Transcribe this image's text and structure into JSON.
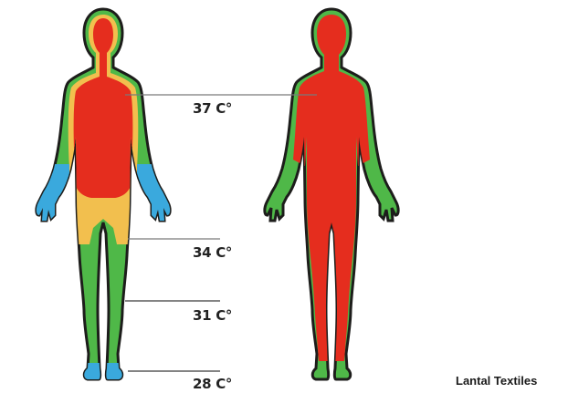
{
  "diagram": {
    "temperature_labels": [
      "37 C°",
      "34 C°",
      "31 C°",
      "28 C°"
    ],
    "credit": "Lantal Textiles"
  },
  "colors": {
    "outline": "#1d1d1b",
    "temp_37": "#e52d1e",
    "temp_34": "#f2bf4e",
    "temp_31": "#4fb848",
    "temp_28": "#3aa9dd",
    "leader_line": "#7a7a7a"
  }
}
